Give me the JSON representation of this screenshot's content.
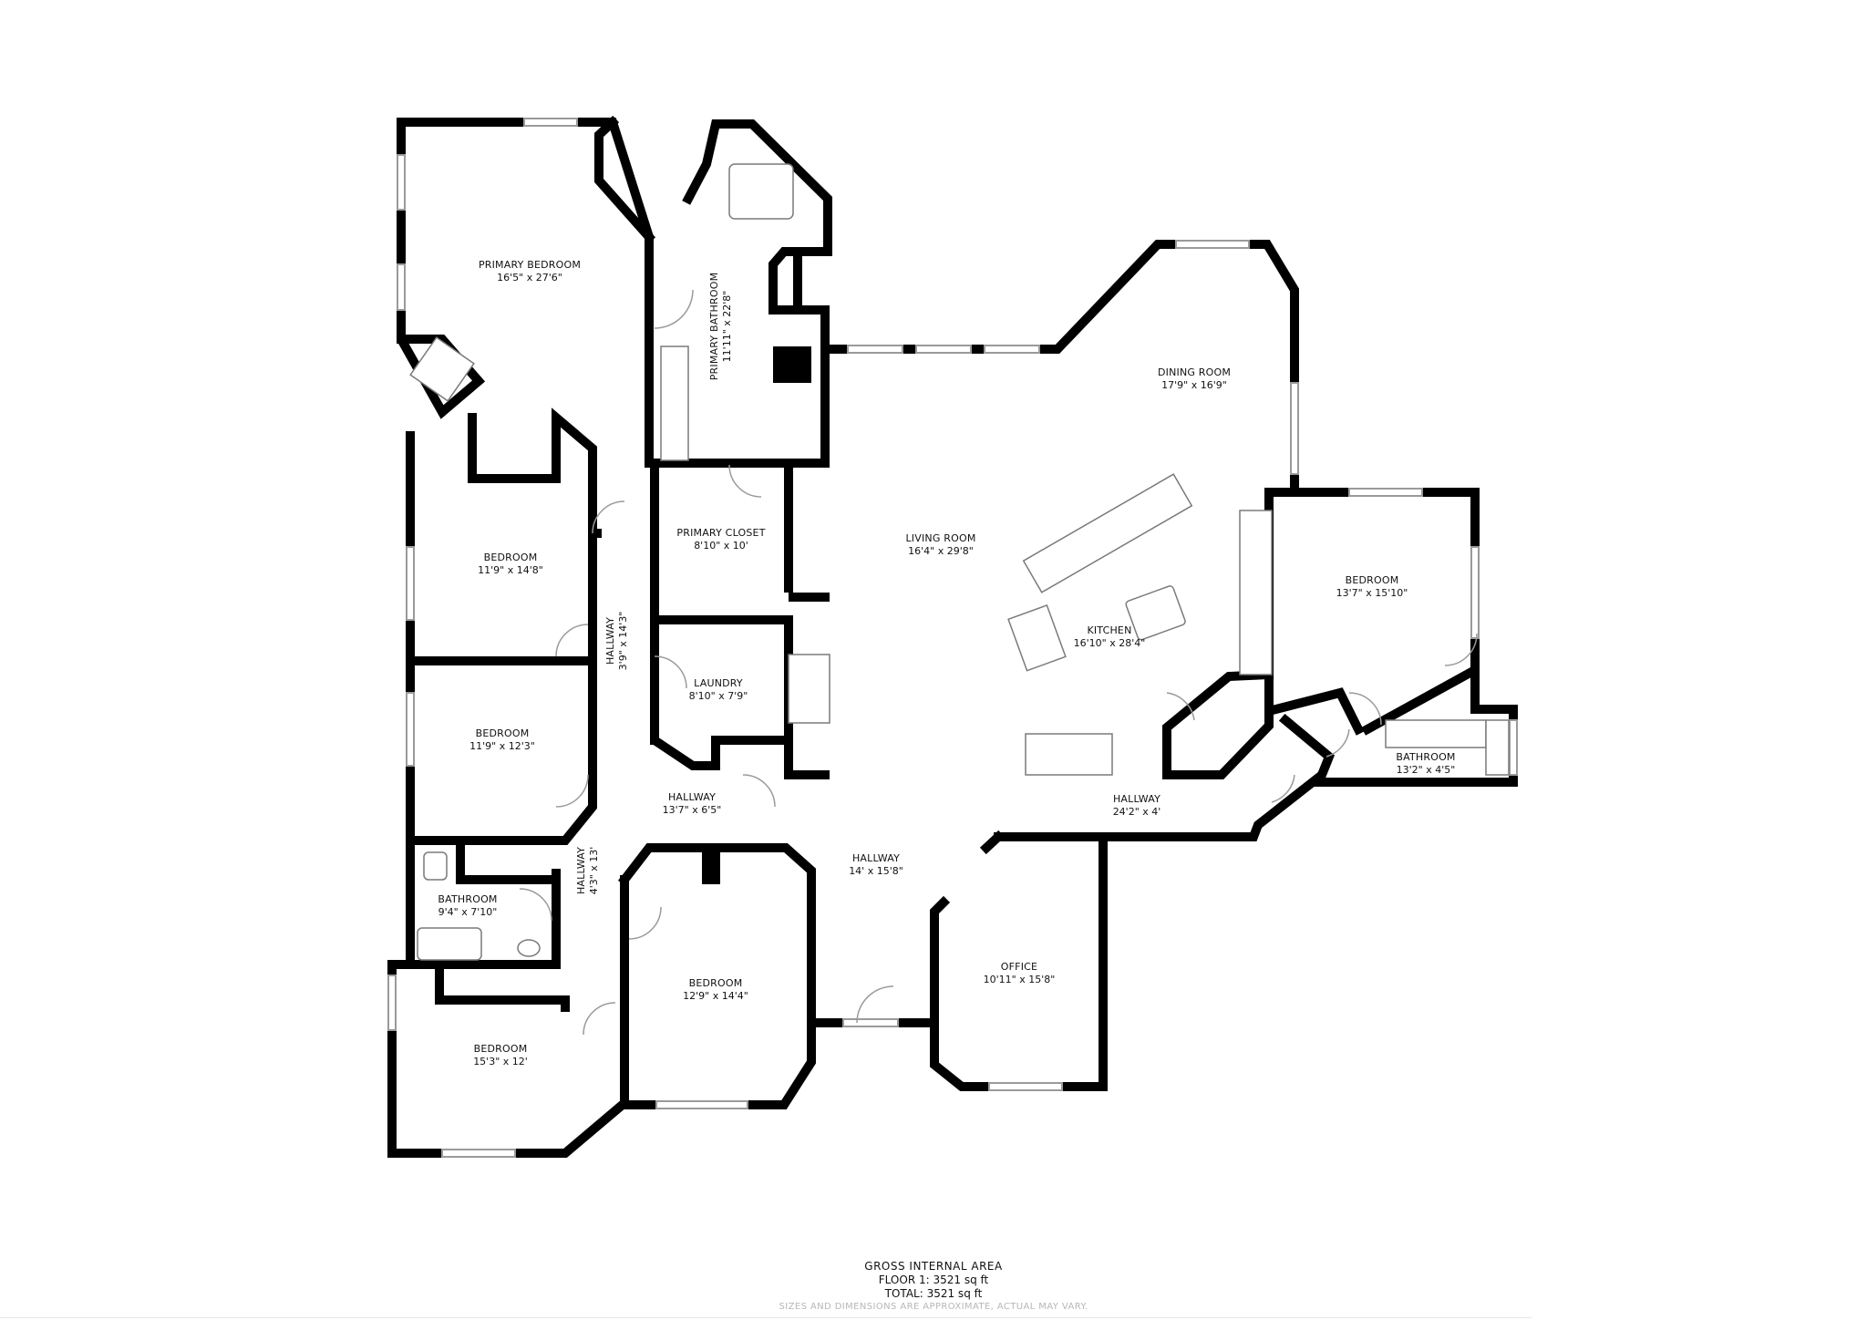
{
  "colors": {
    "wall": "#000000",
    "window": "#9a9a9a",
    "text": "#111111",
    "disclaimer": "#b7b7b7"
  },
  "rooms": {
    "primary_bedroom": {
      "name": "PRIMARY BEDROOM",
      "dims": "16'5\" x 27'6\""
    },
    "primary_bathroom": {
      "name": "PRIMARY BATHROOM",
      "dims": "11'11\" x 22'8\""
    },
    "dining_room": {
      "name": "DINING ROOM",
      "dims": "17'9\" x 16'9\""
    },
    "bedroom_a": {
      "name": "BEDROOM",
      "dims": "11'9\" x 14'8\""
    },
    "primary_closet": {
      "name": "PRIMARY CLOSET",
      "dims": "8'10\" x 10'"
    },
    "living_room": {
      "name": "LIVING ROOM",
      "dims": "16'4\" x 29'8\""
    },
    "bedroom_b": {
      "name": "BEDROOM",
      "dims": "13'7\" x 15'10\""
    },
    "hallway_a": {
      "name": "HALLWAY",
      "dims": "3'9\" x 14'3\""
    },
    "laundry": {
      "name": "LAUNDRY",
      "dims": "8'10\" x 7'9\""
    },
    "kitchen": {
      "name": "KITCHEN",
      "dims": "16'10\" x 28'4\""
    },
    "bedroom_c": {
      "name": "BEDROOM",
      "dims": "11'9\" x 12'3\""
    },
    "bathroom_a": {
      "name": "BATHROOM",
      "dims": "13'2\" x 4'5\""
    },
    "hallway_b": {
      "name": "HALLWAY",
      "dims": "13'7\" x 6'5\""
    },
    "hallway_c": {
      "name": "HALLWAY",
      "dims": "24'2\" x 4'"
    },
    "hallway_d": {
      "name": "HALLWAY",
      "dims": "4'3\" x 13'"
    },
    "hallway_e": {
      "name": "HALLWAY",
      "dims": "14' x 15'8\""
    },
    "bathroom_b": {
      "name": "BATHROOM",
      "dims": "9'4\" x 7'10\""
    },
    "bedroom_d": {
      "name": "BEDROOM",
      "dims": "12'9\" x 14'4\""
    },
    "office": {
      "name": "OFFICE",
      "dims": "10'11\" x 15'8\""
    },
    "bedroom_e": {
      "name": "BEDROOM",
      "dims": "15'3\" x 12'"
    }
  },
  "footer": {
    "title": "GROSS INTERNAL AREA",
    "floor": "FLOOR 1: 3521 sq ft",
    "total": "TOTAL: 3521 sq ft",
    "disclaimer": "SIZES AND DIMENSIONS ARE APPROXIMATE, ACTUAL MAY VARY."
  }
}
